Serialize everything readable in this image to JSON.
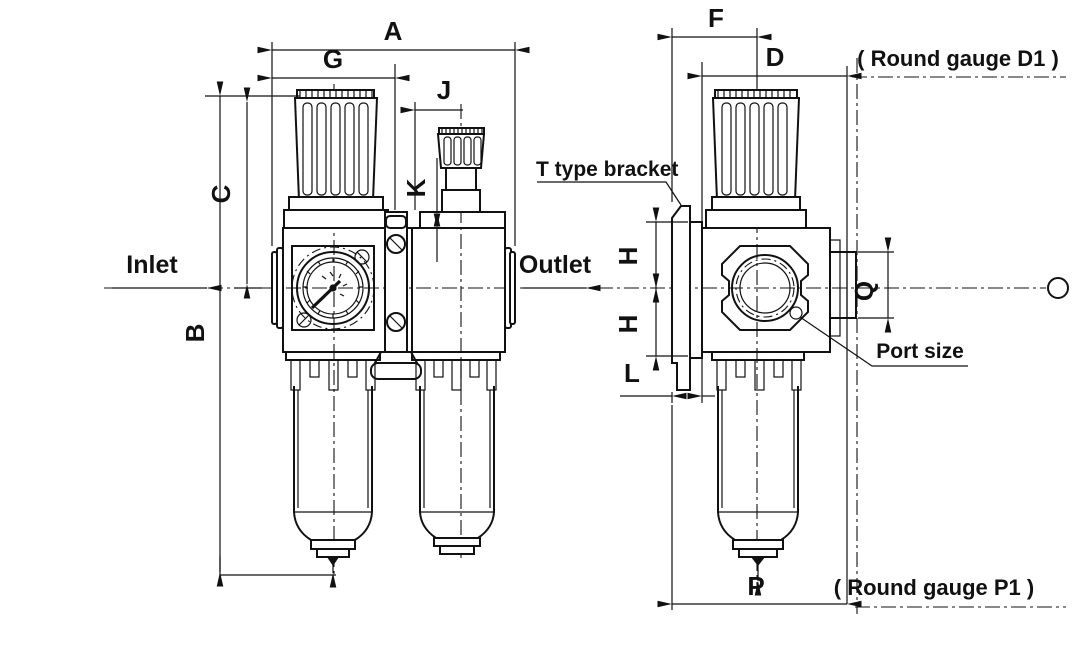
{
  "front_view": {
    "flow_labels": {
      "inlet": "Inlet",
      "outlet": "Outlet"
    },
    "dims": {
      "overall_width": "A",
      "knob_width": "G",
      "offset_j": "J",
      "flange_thickness_k": "K",
      "center_height": "C",
      "overall_height": "B"
    }
  },
  "side_view": {
    "dims": {
      "bracket_offset_f": "F",
      "body_depth_d": "D",
      "bracket_upper_h": "H",
      "bracket_lower_h": "H",
      "bracket_thickness_l": "L",
      "depth_p": "P",
      "port_boss_q": "Q"
    },
    "annotations": {
      "bracket": "T type bracket",
      "port": "Port size",
      "round_gauge_d1": "( Round gauge D1 )",
      "round_gauge_p1": "( Round gauge P1 )"
    }
  },
  "colors": {
    "line": "#111111",
    "background": "#ffffff"
  }
}
